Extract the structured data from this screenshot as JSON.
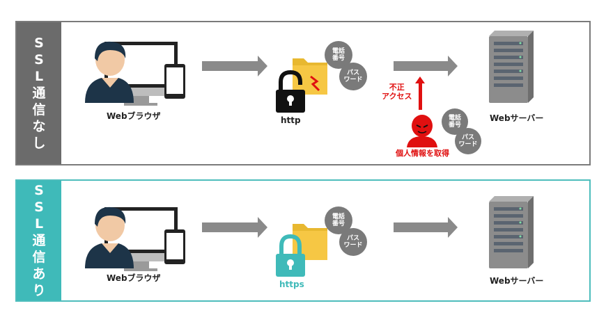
{
  "panels": {
    "without": {
      "side_label": [
        "S",
        "S",
        "L",
        "通",
        "信",
        "な",
        "し"
      ],
      "browser_label": "Webブラウザ",
      "protocol_label": "http",
      "server_label": "Webサーバー",
      "bubble1": [
        "電話",
        "番号"
      ],
      "bubble2": [
        "パス",
        "ワード"
      ],
      "attack_label": [
        "不正",
        "アクセス"
      ],
      "attacker_label": "個人情報を取得",
      "attacker_bubble1": [
        "電話",
        "番号"
      ],
      "attacker_bubble2": [
        "パス",
        "ワード"
      ]
    },
    "with": {
      "side_label": [
        "S",
        "S",
        "L",
        "通",
        "信",
        "あ",
        "り"
      ],
      "browser_label": "Webブラウザ",
      "protocol_label": "https",
      "server_label": "Webサーバー",
      "bubble1": [
        "電話",
        "番号"
      ],
      "bubble2": [
        "パス",
        "ワード"
      ]
    }
  },
  "colors": {
    "gray_panel": "#6b6b6b",
    "teal_panel": "#3fbab9",
    "alert_red": "#e01010",
    "folder_yellow": "#f6c744",
    "arrow_gray": "#8a8a8a"
  }
}
